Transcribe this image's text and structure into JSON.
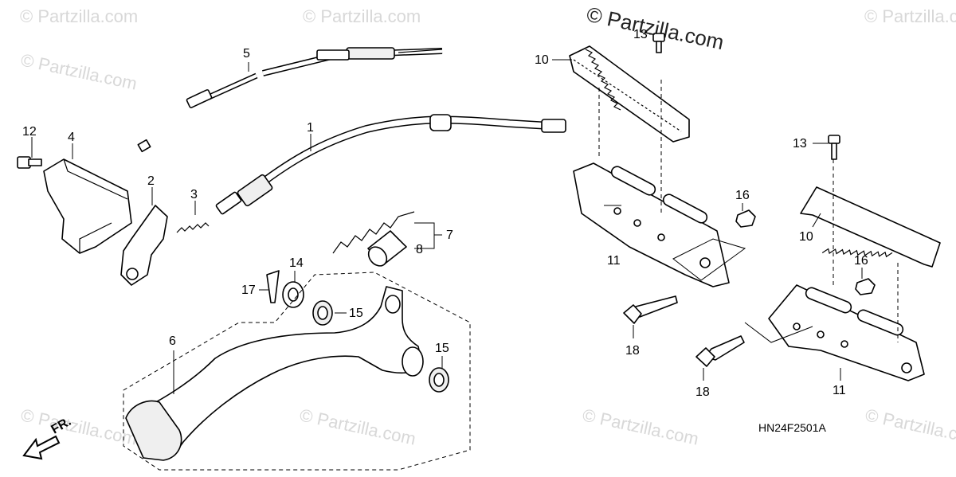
{
  "watermark": {
    "text": "© Partzilla.com",
    "top_text": "© Partzilla.com"
  },
  "diagram_code": "HN24F2501A",
  "direction_label": "FR.",
  "callouts": {
    "c1": "1",
    "c2": "2",
    "c3": "3",
    "c4": "4",
    "c5": "5",
    "c6": "6",
    "c7": "7",
    "c8": "8",
    "c10a": "10",
    "c10b": "10",
    "c11a": "11",
    "c11b": "11",
    "c12": "12",
    "c13a": "13",
    "c13b": "13",
    "c14": "14",
    "c15a": "15",
    "c15b": "15",
    "c16a": "16",
    "c16b": "16",
    "c17": "17",
    "c18a": "18",
    "c18b": "18"
  }
}
